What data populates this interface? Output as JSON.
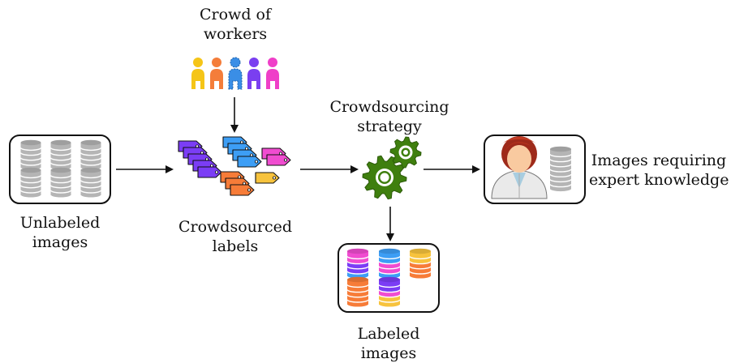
{
  "labels": {
    "crowd": [
      "Crowd of",
      "workers"
    ],
    "unlabeled": [
      "Unlabeled",
      "images"
    ],
    "crowdsourced": [
      "Crowdsourced",
      "labels"
    ],
    "strategy": [
      "Crowdsourcing",
      "strategy"
    ],
    "expert": [
      "Images requiring",
      "expert knowledge"
    ],
    "labeled": [
      "Labeled",
      "images"
    ]
  },
  "colors": {
    "db_gray": "#b5b5b5",
    "gear_green": "#3f7f0e",
    "worker_colors": [
      "#f5c518",
      "#f47d3a",
      "#3a8ee6",
      "#7a3ff0",
      "#ef3fc8"
    ],
    "tag_purple": "#7b3df5",
    "tag_blue": "#3d9ef5",
    "tag_pink": "#f04cd0",
    "tag_orange": "#f77c38",
    "tag_yellow": "#f7c33d"
  },
  "icons": [
    "database-icon",
    "person-icon",
    "tag-icon",
    "gear-icon",
    "doctor-icon",
    "arrow-icon"
  ]
}
